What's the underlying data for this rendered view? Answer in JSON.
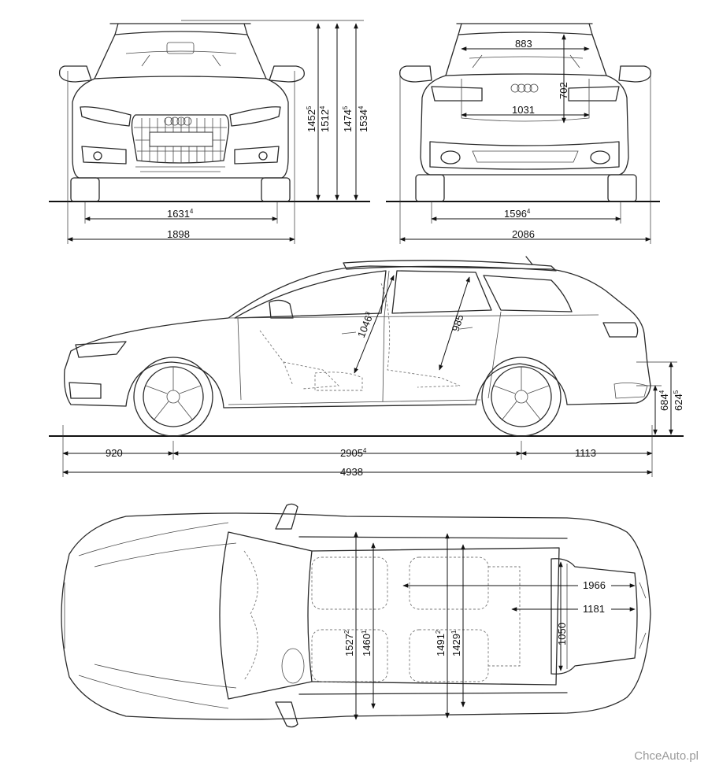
{
  "watermark": "ChceAuto.pl",
  "dimensions": {
    "front_track": {
      "value": "1631",
      "sup": "4"
    },
    "front_width": {
      "value": "1898"
    },
    "height_1": {
      "value": "1452",
      "sup": "5"
    },
    "height_2": {
      "value": "1512",
      "sup": "4"
    },
    "height_3": {
      "value": "1474",
      "sup": "5"
    },
    "height_4": {
      "value": "1534",
      "sup": "4"
    },
    "rear_top_width": {
      "value": "883"
    },
    "rear_hatch_height": {
      "value": "702"
    },
    "rear_opening_width": {
      "value": "1031"
    },
    "rear_track": {
      "value": "1596",
      "sup": "4"
    },
    "rear_width": {
      "value": "2086"
    },
    "front_headroom": {
      "value": "1046",
      "sup": "3"
    },
    "rear_headroom": {
      "value": "985"
    },
    "load_sill_1": {
      "value": "684",
      "sup": "4"
    },
    "load_sill_2": {
      "value": "624",
      "sup": "5"
    },
    "front_overhang": {
      "value": "920"
    },
    "wheelbase": {
      "value": "2905",
      "sup": "4"
    },
    "rear_overhang": {
      "value": "1113"
    },
    "length": {
      "value": "4938"
    },
    "front_shoulder": {
      "value": "1527",
      "sup": "2"
    },
    "front_elbow": {
      "value": "1460",
      "sup": "1"
    },
    "rear_shoulder": {
      "value": "1491",
      "sup": "2"
    },
    "rear_elbow": {
      "value": "1429",
      "sup": "1"
    },
    "boot_width": {
      "value": "1050"
    },
    "load_length_max": {
      "value": "1966"
    },
    "load_length": {
      "value": "1181"
    }
  }
}
